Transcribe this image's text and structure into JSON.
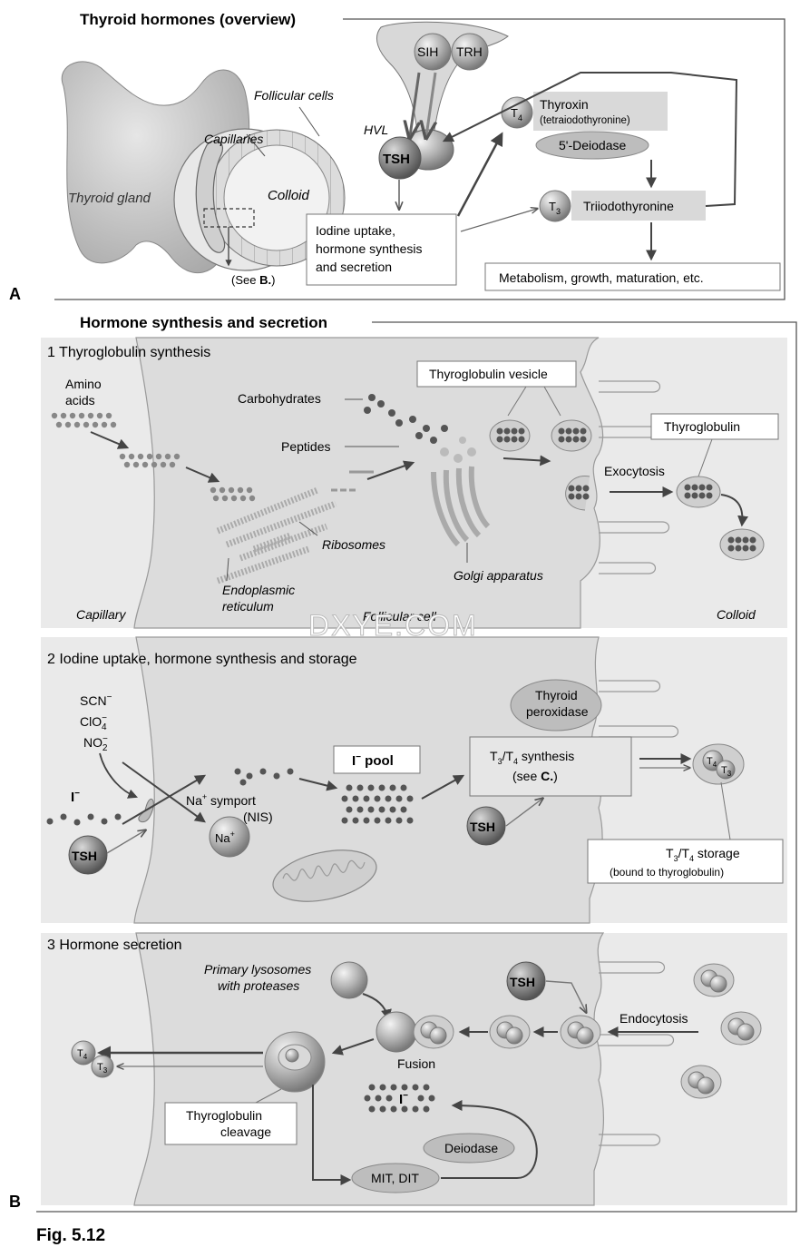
{
  "panel_a": {
    "title": "Thyroid hormones (overview)",
    "letter": "A",
    "thyroid_gland": "Thyroid gland",
    "capillaries": "Capillaries",
    "follicular_cells": "Follicular cells",
    "colloid": "Colloid",
    "see_prefix": "(See ",
    "see_bold": "B.",
    "see_suffix": ")",
    "sih": "SIH",
    "trh": "TRH",
    "hvl": "HVL",
    "tsh": "TSH",
    "iodine_box": [
      "Iodine uptake,",
      "hormone synthesis",
      "and secretion"
    ],
    "t4_sym": "T",
    "t4_sub": "4",
    "thyroxin": "Thyroxin",
    "tetraiodo": "(tetraiodothyronine)",
    "deiodase": "5'-Deiodase",
    "t3_sym": "T",
    "t3_sub": "3",
    "triiodo": "Triiodothyronine",
    "metabolism": "Metabolism, growth, maturation, etc."
  },
  "panel_b": {
    "title": "Hormone synthesis and secretion",
    "letter": "B",
    "s1": {
      "title": "1  Thyroglobulin synthesis",
      "amino": [
        "Amino",
        "acids"
      ],
      "carbohydrates": "Carbohydrates",
      "peptides": "Peptides",
      "ribosomes": "Ribosomes",
      "er": [
        "Endoplasmic",
        "reticulum"
      ],
      "golgi": "Golgi apparatus",
      "tg_vesicle": "Thyroglobulin vesicle",
      "exocytosis": "Exocytosis",
      "thyroglobulin": "Thyroglobulin",
      "capillary": "Capillary",
      "follicular_cell": "Follicular cell",
      "colloid": "Colloid"
    },
    "s2": {
      "title": "2  Iodine uptake, hormone synthesis and storage",
      "scn": "SCN",
      "clo4": "ClO",
      "no2": "NO",
      "iodide": "I",
      "symport": [
        "Na",
        "+",
        " symport",
        "(NIS)"
      ],
      "na": "Na",
      "tsh": "TSH",
      "i_pool": "I",
      "i_pool_suffix": " pool",
      "peroxidase": [
        "Thyroid",
        "peroxidase"
      ],
      "synthesis": [
        "T",
        "3",
        "/T",
        "4",
        " synthesis",
        "(see ",
        "C.",
        ")"
      ],
      "storage": [
        "T",
        "3",
        "/T",
        "4",
        " storage",
        "(bound to thyroglobulin)"
      ],
      "t4": "T",
      "t3": "T"
    },
    "s3": {
      "title": "3  Hormone secretion",
      "lysosomes": [
        "Primary lysosomes",
        "with proteases"
      ],
      "tsh": "TSH",
      "endocytosis": "Endocytosis",
      "fusion": "Fusion",
      "cleavage": [
        "Thyroglobulin",
        "cleavage"
      ],
      "iodide": "I",
      "deiodase": "Deiodase",
      "mit_dit": "MIT, DIT",
      "t4": "T",
      "t3": "T"
    }
  },
  "watermark": "DXYE.COM",
  "caption": "Fig. 5.12"
}
